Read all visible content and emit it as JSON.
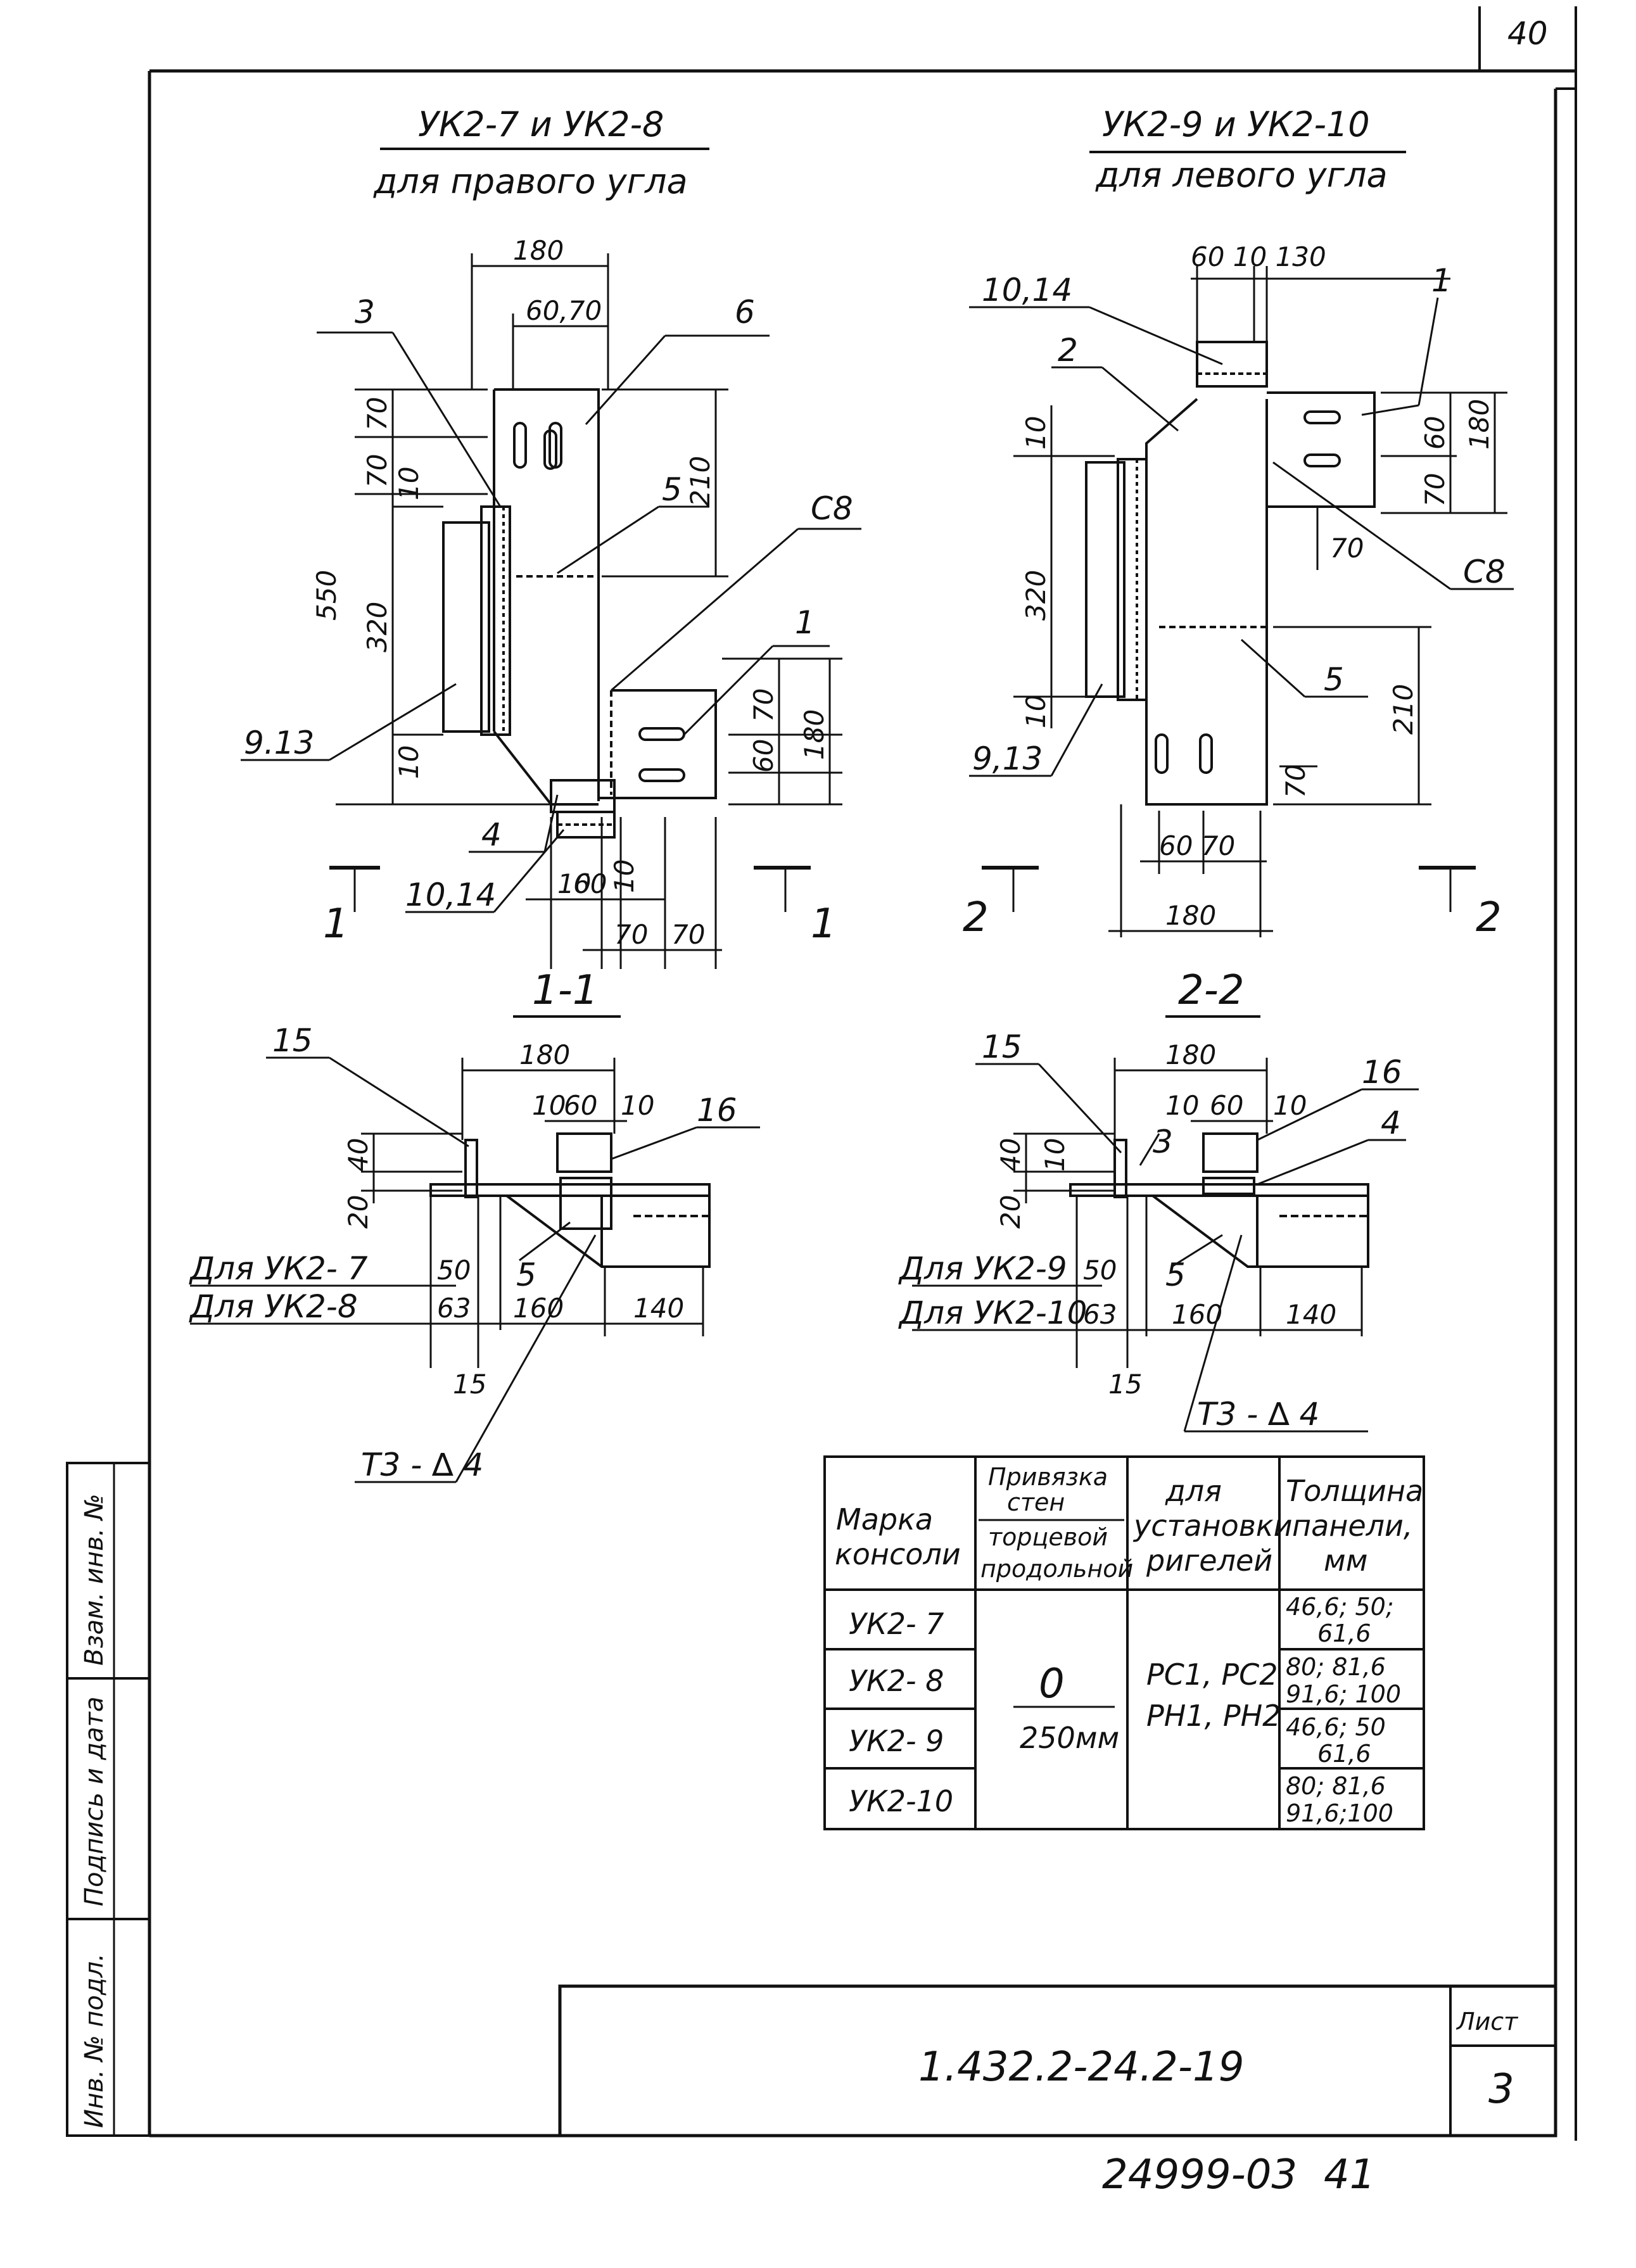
{
  "corner_page_number": "40",
  "view_left": {
    "title": "УК2-7 и УК2-8",
    "subtitle": "для правого угла"
  },
  "view_right": {
    "title": "УК2-9 и УК2-10",
    "subtitle": "для левого угла"
  },
  "dims_left": {
    "d180": "180",
    "d60_70": "60,70",
    "d70a": "70",
    "d70b": "70",
    "d10a": "10",
    "d550": "550",
    "d320": "320",
    "d10b": "10",
    "d210": "210",
    "d70c": "70",
    "d60b": "60",
    "d180b": "180",
    "d10c": "10",
    "d60c": "60",
    "d10d": "10",
    "d70d": "70",
    "d70e": "70"
  },
  "labels_left": {
    "p3": "3",
    "p6": "6",
    "p5": "5",
    "c8": "С8",
    "p1": "1",
    "p913": "9.13",
    "p4": "4",
    "p1014": "10,14",
    "sec1a": "1",
    "sec1b": "1"
  },
  "dims_right": {
    "top": "60 10  130",
    "d10a": "10",
    "d320": "320",
    "d10b": "10",
    "d60": "60",
    "d70a": "70",
    "d180a": "180",
    "d70b": "70",
    "d210": "210",
    "d70c": "70",
    "d60_70": "60  70",
    "d180b": "180"
  },
  "labels_right": {
    "p1014": "10,14",
    "p2": "2",
    "p1": "1",
    "c8": "С8",
    "p5": "5",
    "p913": "9,13",
    "sec2a": "2",
    "sec2b": "2"
  },
  "section_1": {
    "title": "1-1",
    "dims": {
      "d180": "180",
      "d10a": "10",
      "d60": "60",
      "d10b": "10",
      "d40": "40",
      "d20": "20",
      "d50": "50",
      "d63": "63",
      "d160": "160",
      "d140": "140",
      "d15": "15"
    },
    "labels": {
      "p15": "15",
      "p16": "16",
      "p5": "5",
      "for_uk27": "Для УК2- 7",
      "for_uk28": "Для УК2-8",
      "weld": "Т3 - ∆ 4"
    }
  },
  "section_2": {
    "title": "2-2",
    "dims": {
      "d180": "180",
      "d10a": "10",
      "d60": "60",
      "d10b": "10",
      "d40": "40",
      "d10c": "10",
      "d20": "20",
      "d50": "50",
      "d63": "63",
      "d160": "160",
      "d140": "140",
      "d15": "15"
    },
    "labels": {
      "p15": "15",
      "p3": "3",
      "p16": "16",
      "p4": "4",
      "p5": "5",
      "for_uk29": "Для УК2-9",
      "for_uk210": "Для УК2-10",
      "weld": "Т3 - ∆ 4"
    }
  },
  "table": {
    "h_mark_1": "Марка",
    "h_mark_2": "консоли",
    "h_bind_1": "Привязка",
    "h_bind_2": "стен",
    "h_bind_3": "торцевой",
    "h_bind_4": "продольной",
    "h_for_1": "для",
    "h_for_2": "установки",
    "h_for_3": "ригелей",
    "h_thick_1": "Толщина",
    "h_thick_2": "панели,",
    "h_thick_3": "мм",
    "rows": [
      {
        "mark": "УК2- 7",
        "thick_1": "46,6; 50;",
        "thick_2": "61,6"
      },
      {
        "mark": "УК2- 8",
        "thick_1": "80; 81,6",
        "thick_2": "91,6; 100"
      },
      {
        "mark": "УК2- 9",
        "thick_1": "46,6; 50",
        "thick_2": "61,6"
      },
      {
        "mark": "УК2-10",
        "thick_1": "80; 81,6",
        "thick_2": "91,6;100"
      }
    ],
    "bind_top": "0",
    "bind_bottom": "250мм",
    "girders_1": "РС1, РС2",
    "girders_2": "РН1, РН2"
  },
  "title_block": {
    "designation": "1.432.2-24.2-19",
    "sheet_label": "Лист",
    "sheet_no": "3"
  },
  "stamp": {
    "doc_number": "24999-03",
    "page": "41"
  },
  "side_stamp": {
    "field1": "Взам. инв. №",
    "field2": "Подпись и дата",
    "field3": "Инв. № подл."
  }
}
